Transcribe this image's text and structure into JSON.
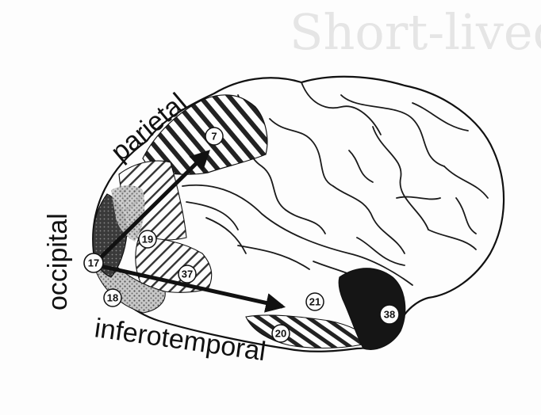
{
  "background_text": "Short-lived motor",
  "labels": {
    "parietal": "parietal",
    "occipital": "occipital",
    "inferotemporal": "inferotemporal"
  },
  "areas": {
    "a7": "7",
    "a17": "17",
    "a18": "18",
    "a19": "19",
    "a20": "20",
    "a21": "21",
    "a37": "37",
    "a38": "38"
  },
  "colors": {
    "ink": "#111111",
    "hatch": "#2a2a2a",
    "stipple": "#9a9a9a",
    "paper": "#fdfdfd",
    "ghost_text": "#d2d2d2"
  }
}
